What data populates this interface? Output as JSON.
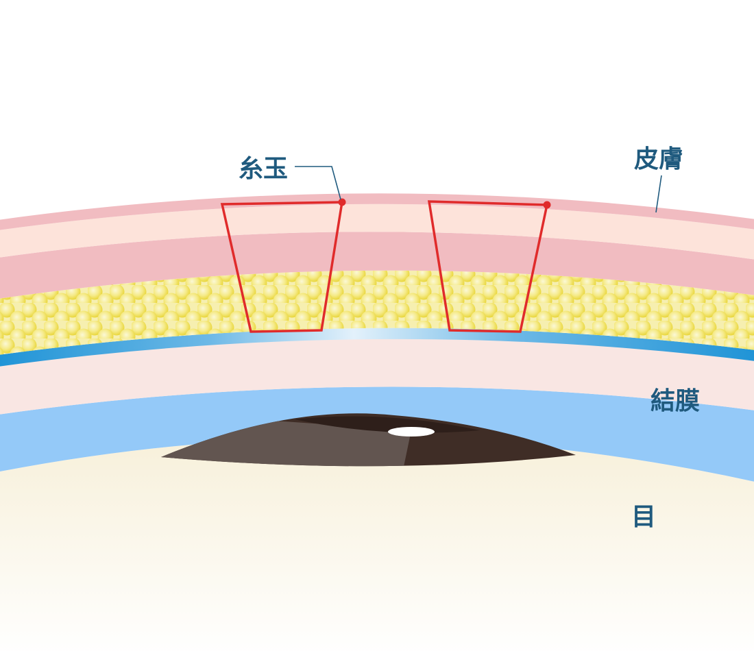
{
  "labels": {
    "thread_knot": "糸玉",
    "skin": "皮膚",
    "conjunctiva": "結膜",
    "eye": "目"
  },
  "colors": {
    "skin_outer": "#f1bcc1",
    "skin_inner": "#fde3da",
    "fat_bg": "#f6efb0",
    "fat_ball": "#f2e35a",
    "conjunctiva_blue": "#2a9ad8",
    "tarsal_pink": "#f9e6e3",
    "sclera_blue": "#94c9f8",
    "iris_dark": "#3f2d26",
    "iris_light": "#625550",
    "stitch_red": "#e02b2b",
    "label": "#1f5a7e"
  }
}
